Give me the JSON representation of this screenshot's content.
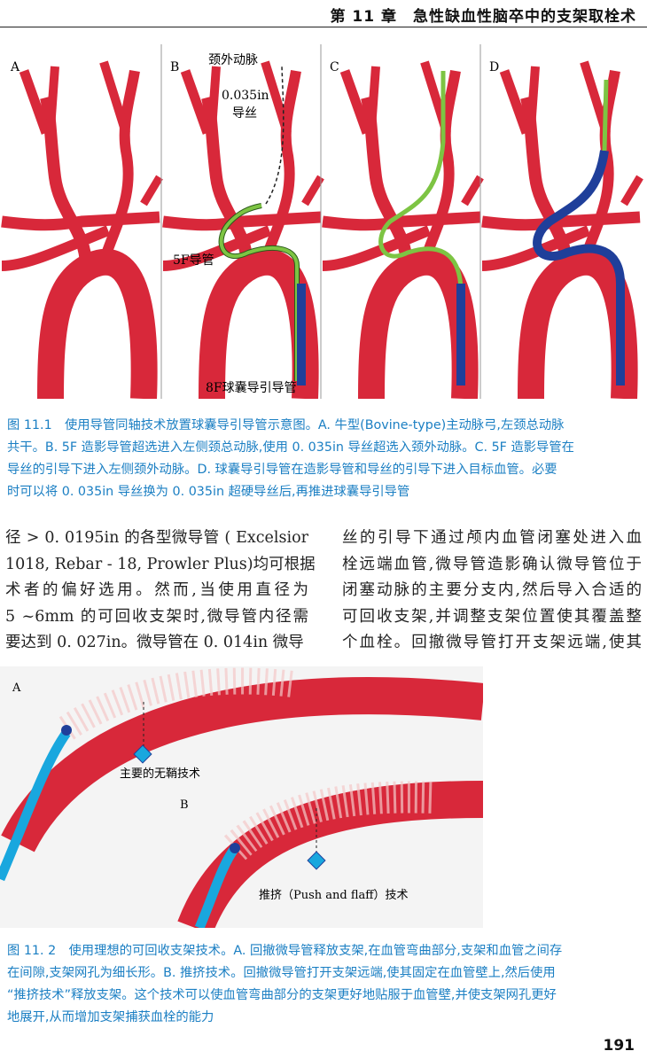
{
  "header": {
    "chapter": "第 11 章　急性缺血性脑卒中的支架取栓术"
  },
  "figure1": {
    "panels": [
      "A",
      "B",
      "C",
      "D"
    ],
    "labels": {
      "external_carotid": "颈外动脉",
      "wire": "0.035in",
      "wire2": "导丝",
      "catheter_5f": "5F导管",
      "guide_8f": "8F球囊导引导管"
    },
    "caption": [
      "图 11.1　使用导管同轴技术放置球囊导引导管示意图。A. 牛型(Bovine-type)主动脉弓,左颈总动脉",
      "共干。B. 5F 造影导管超选进入左侧颈总动脉,使用 0. 035in 导丝超选入颈外动脉。C. 5F 造影导管在",
      "导丝的引导下进入左侧颈外动脉。D. 球囊导引导管在造影导管和导丝的引导下进入目标血管。必要",
      "时可以将 0. 035in 导丝换为 0. 035in 超硬导丝后,再推进球囊导引导管"
    ]
  },
  "body": {
    "left": [
      "径 > 0. 0195in 的各型微导管 ( Excelsior",
      "1018, Rebar - 18, Prowler Plus)均可根据",
      "术者的偏好选用。然而,当使用直径为",
      "5 ~6mm 的可回收支架时,微导管内径需",
      "要达到 0. 027in。微导管在 0. 014in 微导"
    ],
    "right": [
      "丝的引导下通过颅内血管闭塞处进入血",
      "栓远端血管,微导管造影确认微导管位于",
      "闭塞动脉的主要分支内,然后导入合适的",
      "可回收支架,并调整支架位置使其覆盖整",
      "个血栓。回撤微导管打开支架远端,使其"
    ]
  },
  "figure2": {
    "panel_a": "A",
    "label_a": "主要的无鞘技术",
    "panel_b": "B",
    "label_b": "推挤（Push and flaff）技术",
    "caption": [
      "图 11. 2　使用理想的可回收支架技术。A. 回撤微导管释放支架,在血管弯曲部分,支架和血管之间存",
      "在间隙,支架网孔为细长形。B. 推挤技术。回撤微导管打开支架远端,使其固定在血管壁上,然后使用",
      "“推挤技术”释放支架。这个技术可以使血管弯曲部分的支架更好地贴服于血管壁,并使支架网孔更好",
      "地展开,从而增加支架捕获血栓的能力"
    ]
  },
  "page_number": "191",
  "colors": {
    "caption": "#1b7fc3",
    "vessel": "#d8283a",
    "guide": "#1f3f9a",
    "catheter": "#7dc443",
    "micro": "#19a7de"
  }
}
